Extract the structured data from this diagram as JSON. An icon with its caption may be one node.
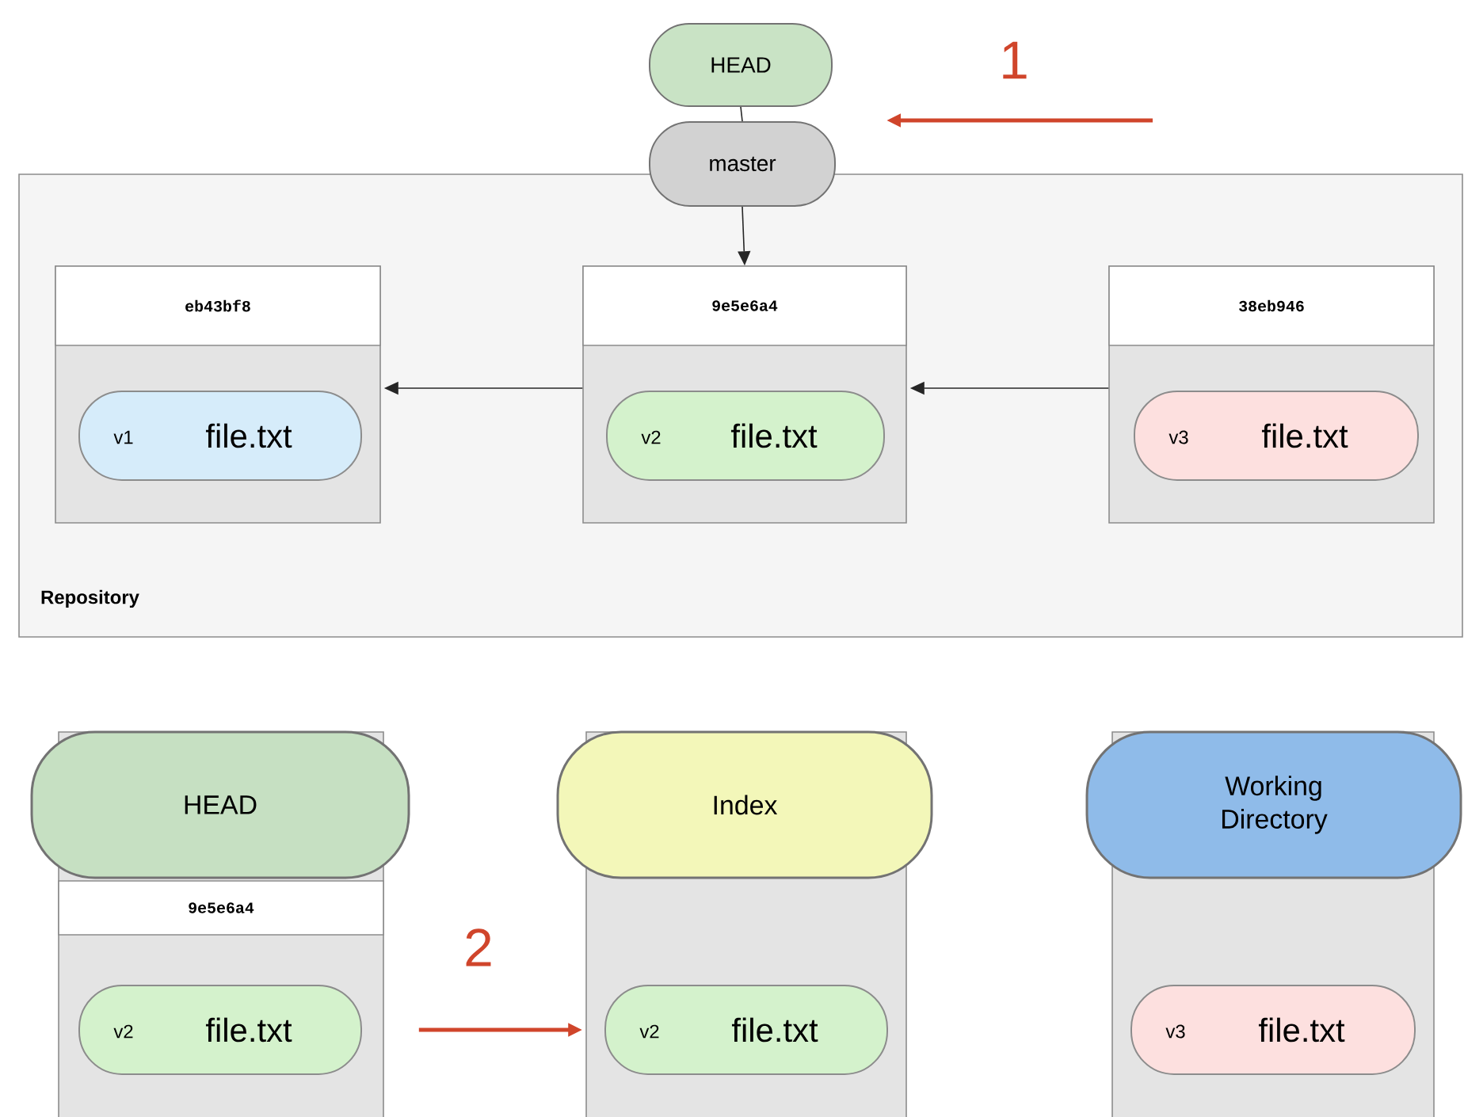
{
  "diagram": {
    "nodes": [
      {
        "text": [
          "Repository"
        ]
      },
      {
        "text": [
          "HEAD"
        ]
      },
      {
        "text": [
          "master"
        ]
      },
      {
        "text": [
          "eb43bf8"
        ],
        "in": 0
      },
      {
        "text": [
          "v1",
          "file.txt"
        ],
        "in": 3
      },
      {
        "text": [
          "9e5e6a4"
        ],
        "in": 0
      },
      {
        "text": [
          "v2",
          "file.txt"
        ],
        "in": 5
      },
      {
        "text": [
          "38eb946"
        ],
        "in": 0
      },
      {
        "text": [
          "v3",
          "file.txt"
        ],
        "in": 7
      },
      {
        "text": [
          "HEAD",
          "9e5e6a4"
        ]
      },
      {
        "text": [
          "v2",
          "file.txt"
        ],
        "in": 9
      },
      {
        "text": [
          "Index"
        ]
      },
      {
        "text": [
          "v2",
          "file.txt"
        ],
        "in": 11
      },
      {
        "text": [
          "Working Directory"
        ]
      },
      {
        "text": [
          "v3",
          "file.txt"
        ],
        "in": 13
      }
    ],
    "edges": [
      {
        "from": 1,
        "to": 2,
        "arrow": "none"
      },
      {
        "from": 2,
        "to": 5,
        "arrow": "to"
      },
      {
        "from": 5,
        "to": 3,
        "arrow": "to"
      },
      {
        "from": 7,
        "to": 5,
        "arrow": "to"
      },
      {
        "from": null,
        "to": 2,
        "arrow": "to",
        "label": "1",
        "style": "thick",
        "color": "#d0452b"
      },
      {
        "from": 9,
        "to": 11,
        "arrow": "to",
        "label": "2",
        "style": "thick",
        "color": "#d0452b"
      }
    ]
  }
}
